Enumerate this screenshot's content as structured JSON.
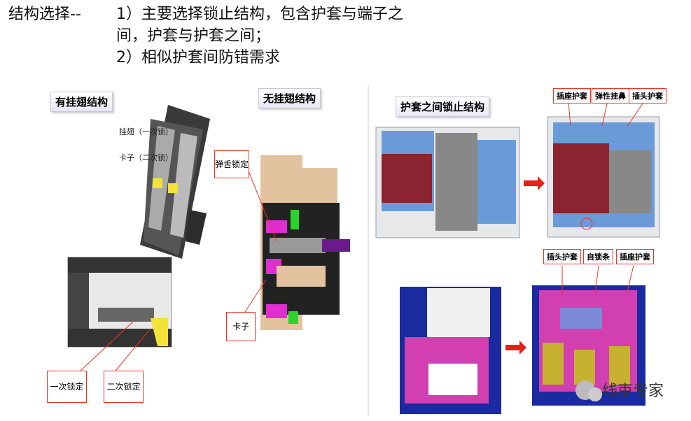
{
  "heading": {
    "title": "结构选择--",
    "line1": "1）主要选择锁止结构，包含护套与端子之",
    "line2": "间，护套与护套之间；",
    "line3": "2）相似护套间防错需求"
  },
  "panel_left": {
    "title": "有挂翅结构",
    "note1": "挂翅（一次锁）",
    "note2": "卡子（二次锁）",
    "callout1": "一次锁定",
    "callout2": "二次锁定"
  },
  "panel_mid": {
    "title": "无挂翅结构",
    "callout1": "弹舌锁定",
    "callout2": "卡子"
  },
  "panel_right": {
    "title": "护套之间锁止结构",
    "top_tags": [
      "插座护套",
      "弹性挂鼻",
      "插头护套"
    ],
    "bottom_tags": [
      "插头护套",
      "自锁条",
      "插座护套"
    ]
  },
  "watermark": {
    "text": "线束专家"
  },
  "colors": {
    "red": "#8b2330",
    "blue": "#6a9bd8",
    "magenta": "#d23fb0",
    "arrow": "#e8201a"
  }
}
